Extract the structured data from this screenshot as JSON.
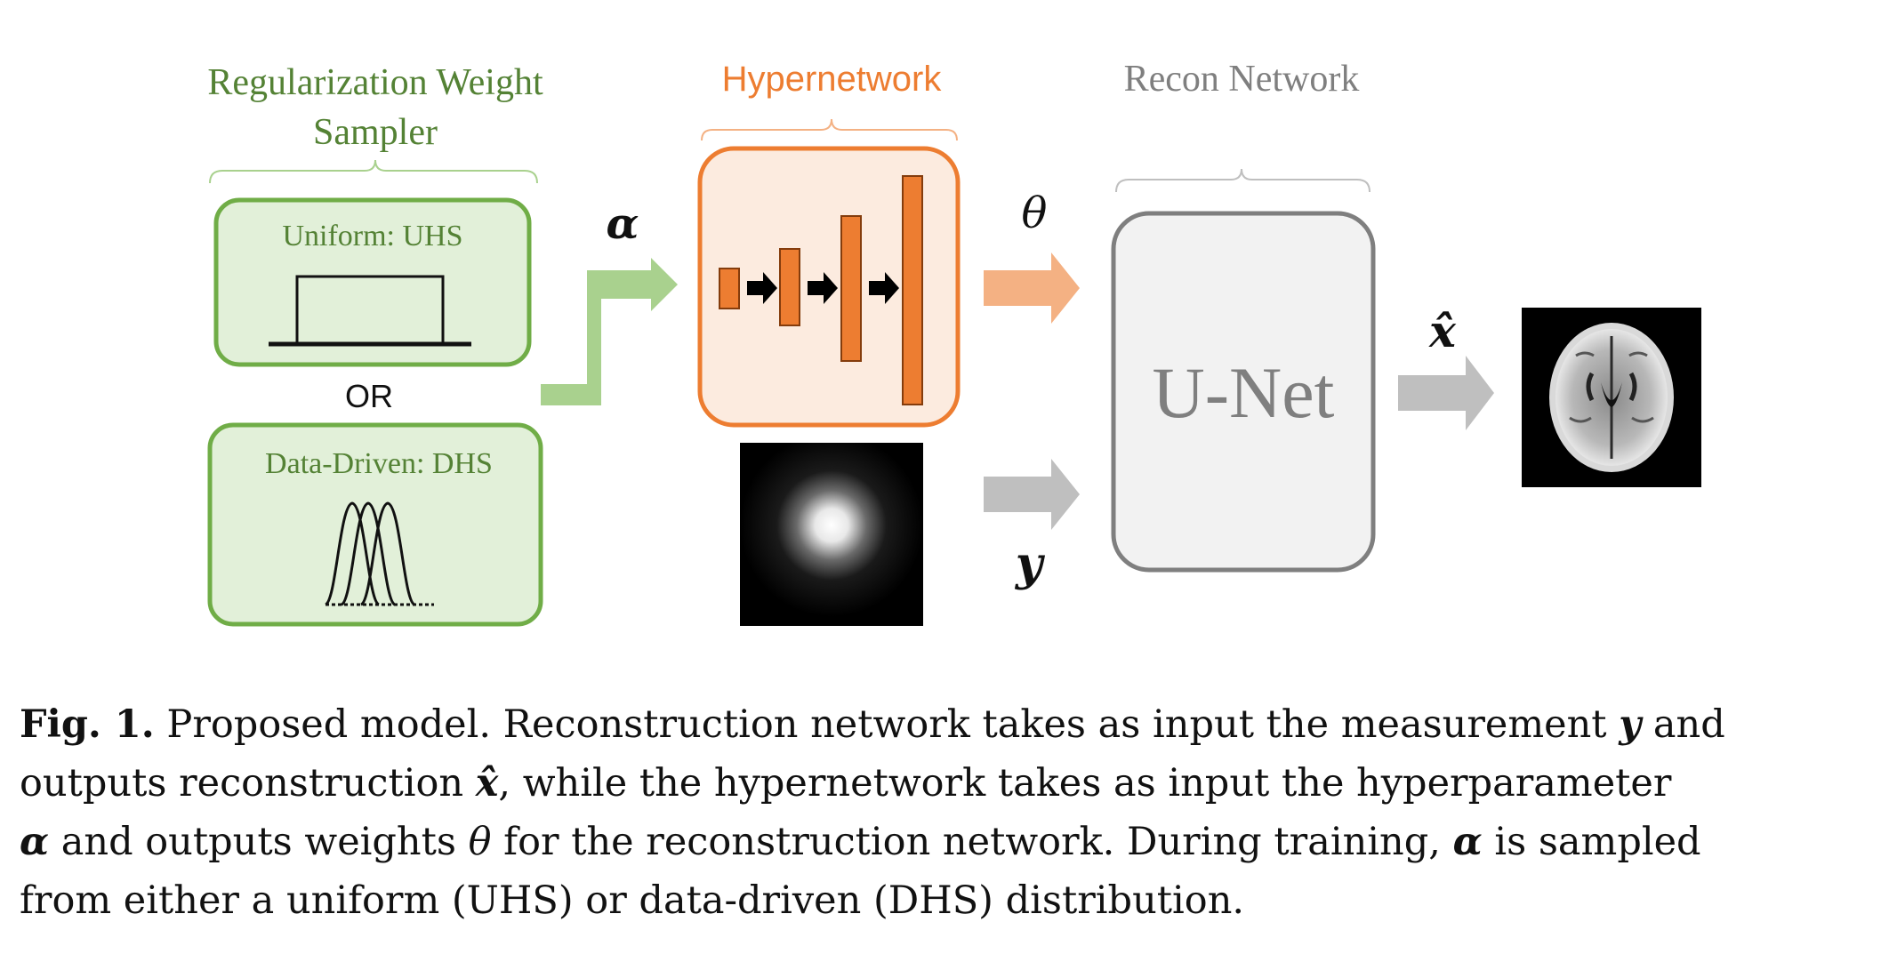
{
  "figure": {
    "sampler_title_line1": "Regularization Weight",
    "sampler_title_line2": "Sampler",
    "hypernetwork_title": "Hypernetwork",
    "recon_title": "Recon Network",
    "uniform_label": "Uniform: UHS",
    "or_label": "OR",
    "datadriven_label": "Data-Driven: DHS",
    "alpha_symbol": "α",
    "theta_symbol": "θ",
    "y_symbol": "y",
    "xhat_symbol": "x̂",
    "unet_label": "U-Net",
    "colors": {
      "sampler_green": "#70AD47",
      "sampler_fill": "#E2F0D9",
      "sampler_text": "#548235",
      "hyper_orange": "#ED7D31",
      "recon_gray": "#7F7F7F",
      "arrow_gray": "#BFBFBF",
      "arrow_green": "#A9D18E",
      "arrow_orange": "#F4B183"
    }
  },
  "caption": {
    "fig_label": "Fig. 1.",
    "l1_a": " Proposed model. Reconstruction network takes as input the measurement ",
    "l1_y": "y",
    "l1_b": " and",
    "l2_a": "outputs reconstruction ",
    "l2_xhat": "x̂",
    "l2_b": ", while the hypernetwork takes as input the hyperparameter",
    "l3_alpha": "α",
    "l3_a": " and outputs weights ",
    "l3_theta": "θ",
    "l3_b": " for the reconstruction network. During training, ",
    "l3_alpha2": "α",
    "l3_c": " is sampled",
    "l4": "from either a uniform (UHS) or data-driven (DHS) distribution."
  }
}
